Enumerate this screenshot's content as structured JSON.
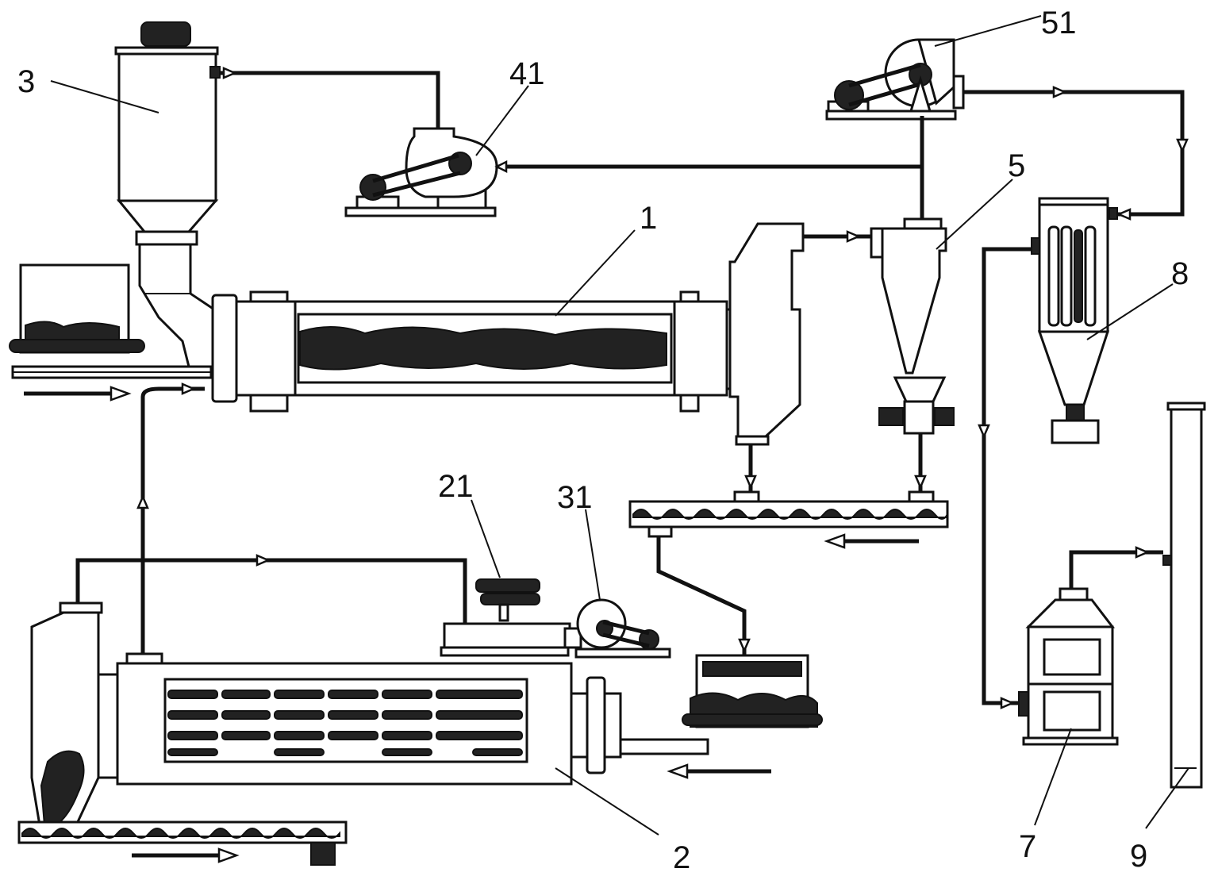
{
  "labels": {
    "dryer_1": "1",
    "dryer_2": "2",
    "silo_3": "3",
    "cyclone_5": "5",
    "scrubber_7": "7",
    "bag_filter_8": "8",
    "stack_9": "9",
    "motor_21": "21",
    "burner_31": "31",
    "fan_41": "41",
    "fan_51": "51"
  }
}
